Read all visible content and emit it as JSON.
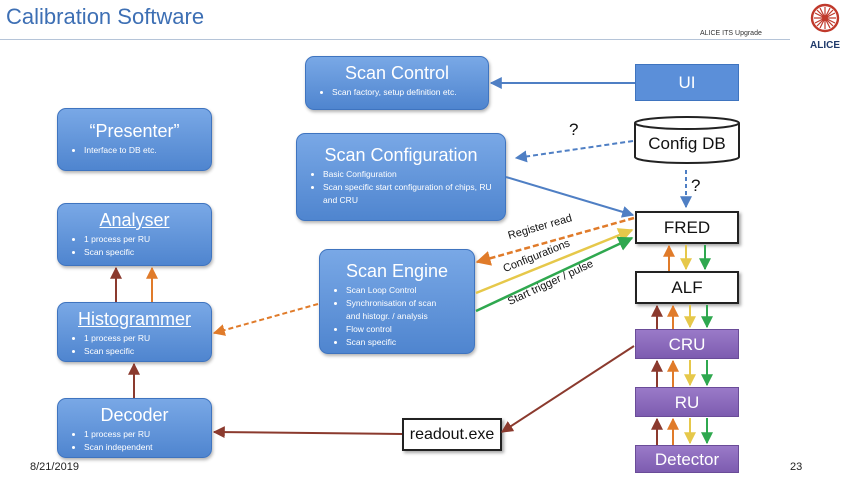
{
  "slide": {
    "title": "Calibration Software",
    "subtitle": "ALICE ITS Upgrade",
    "logo_text": "ALICE",
    "date": "8/21/2019",
    "page_number": "23"
  },
  "boxes": {
    "scan_control": {
      "title": "Scan Control",
      "items": [
        "Scan factory, setup definition etc."
      ]
    },
    "presenter": {
      "title": "“Presenter”",
      "items": [
        "Interface to DB etc."
      ]
    },
    "scan_configuration": {
      "title": "Scan Configuration",
      "items": [
        "Basic Configuration",
        "Scan specific start configuration of chips, RU and CRU"
      ]
    },
    "analyser": {
      "title": "Analyser",
      "items": [
        "1 process per RU",
        "Scan specific"
      ]
    },
    "scan_engine": {
      "title": "Scan Engine",
      "items": [
        "Scan Loop Control",
        "Synchronisation of scan",
        "and histogr. / analysis",
        "Flow control",
        "Scan specific"
      ]
    },
    "histogrammer": {
      "title": "Histogrammer",
      "items": [
        "1 process per RU",
        "Scan specific"
      ]
    },
    "decoder": {
      "title": "Decoder",
      "items": [
        "1 process per RU",
        "Scan independent"
      ]
    }
  },
  "nodes": {
    "ui": "UI",
    "config_db": "Config DB",
    "fred": "FRED",
    "alf": "ALF",
    "cru": "CRU",
    "ru": "RU",
    "detector": "Detector",
    "readout": "readout.exe"
  },
  "labels": {
    "register_read": "Register read",
    "configurations": "Configurations",
    "start_trigger": "Start trigger / pulse",
    "question_1": "?",
    "question_2": "?"
  },
  "colors": {
    "title": "#3d6fb4",
    "box_blue": "#5b8fd9",
    "purple": "#7d5cb0",
    "orange": "#e07b2a",
    "yellow": "#e6c84a",
    "green": "#2fa84f",
    "dark_red": "#8b3a2e",
    "arrow_blue": "#4f7fc4"
  }
}
